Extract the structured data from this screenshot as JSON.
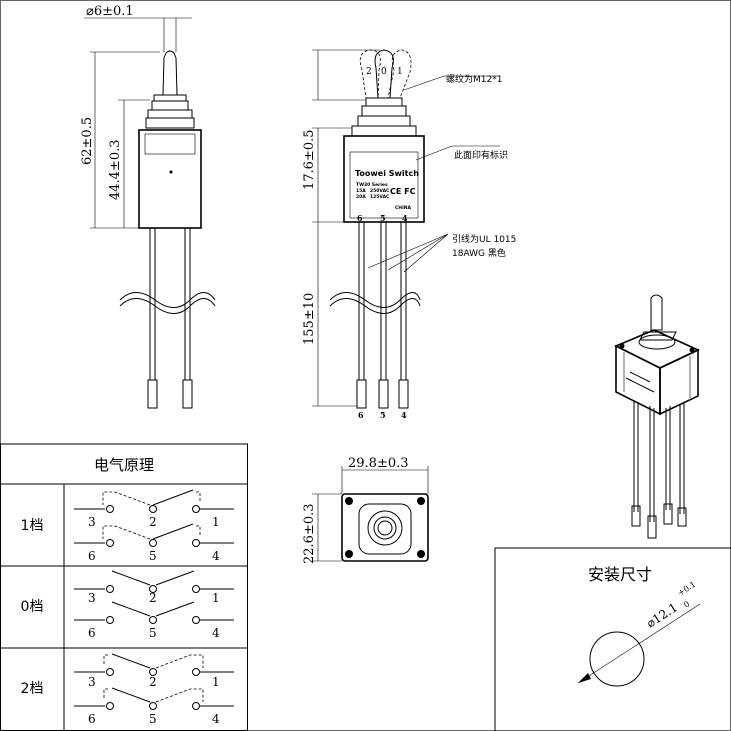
{
  "dimensions": {
    "handle_diameter": "⌀6±0.1",
    "total_height": "62±0.5",
    "body_height": "44.4±0.3",
    "top_height": "17.6±0.5",
    "lead_length": "155±10",
    "width": "29.8±0.3",
    "depth": "22.6±0.3"
  },
  "callouts": {
    "thread": "螺纹为M12*1",
    "marking": "此面印有标识",
    "leads_line1": "引线为UL 1015",
    "leads_line2": "18AWG  黑色"
  },
  "body_marking": {
    "brand": "Toowei Switch",
    "line1": "TW30 Series",
    "line2a": "15A",
    "line2b": "250VAC",
    "line3a": "20A",
    "line3b": "125VAC",
    "origin": "CHINA",
    "cert": "CE FC"
  },
  "pin_labels": [
    "6",
    "5",
    "4"
  ],
  "handle_positions": [
    "2",
    "0",
    "1"
  ],
  "schematic": {
    "title": "电气原理",
    "rows": [
      {
        "label": "1档",
        "terminals": [
          "3",
          "2",
          "1",
          "6",
          "5",
          "4"
        ]
      },
      {
        "label": "0档",
        "terminals": [
          "3",
          "2",
          "1",
          "6",
          "5",
          "4"
        ]
      },
      {
        "label": "2档",
        "terminals": [
          "3",
          "2",
          "1",
          "6",
          "5",
          "4"
        ]
      }
    ]
  },
  "mounting": {
    "title": "安装尺寸",
    "hole": "⌀12.1",
    "tol_upper": "+0.1",
    "tol_lower": "0"
  }
}
